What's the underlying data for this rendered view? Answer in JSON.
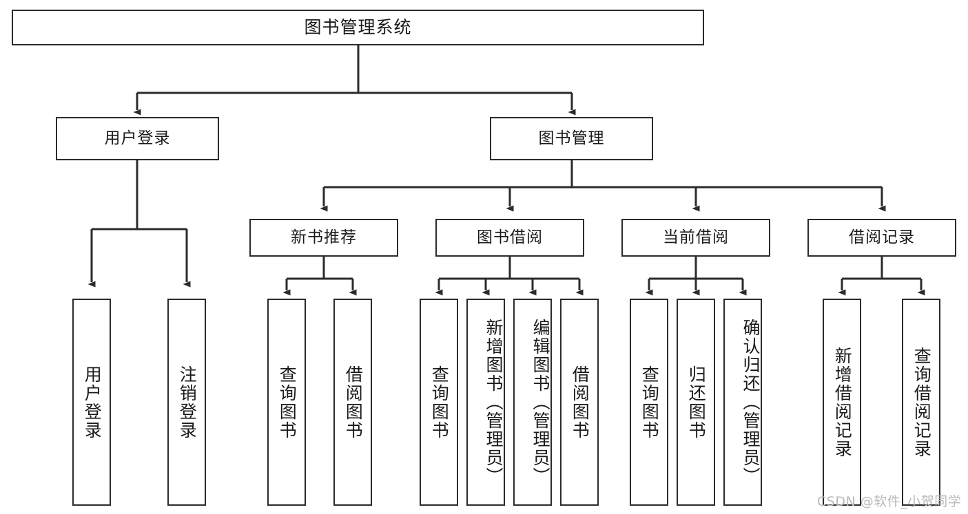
{
  "diagram": {
    "type": "tree-hierarchy-diagram",
    "title": "图书管理系统",
    "root": {
      "id": "root",
      "label": "图书管理系统"
    },
    "level2": [
      {
        "id": "user-login",
        "label": "用户登录"
      },
      {
        "id": "book-manage",
        "label": "图书管理"
      }
    ],
    "level3": [
      {
        "id": "new-book-recommend",
        "label": "新书推荐"
      },
      {
        "id": "book-borrow",
        "label": "图书借阅"
      },
      {
        "id": "current-borrow",
        "label": "当前借阅"
      },
      {
        "id": "borrow-record",
        "label": "借阅记录"
      }
    ],
    "leaves": {
      "user_login": [
        {
          "id": "leaf-user-login",
          "label": "用户登录"
        },
        {
          "id": "leaf-logout-login",
          "label": "注销登录"
        }
      ],
      "new_book_recommend": [
        {
          "id": "leaf-query-book-1",
          "label": "查询图书"
        },
        {
          "id": "leaf-borrow-book-1",
          "label": "借阅图书"
        }
      ],
      "book_borrow": [
        {
          "id": "leaf-query-book-2",
          "label": "查询图书"
        },
        {
          "id": "leaf-add-book",
          "label": "新增图书（管理员）"
        },
        {
          "id": "leaf-edit-book",
          "label": "编辑图书（管理员）"
        },
        {
          "id": "leaf-borrow-book-2",
          "label": "借阅图书"
        }
      ],
      "current_borrow": [
        {
          "id": "leaf-query-book-3",
          "label": "查询图书"
        },
        {
          "id": "leaf-return-book",
          "label": "归还图书"
        },
        {
          "id": "leaf-confirm-return",
          "label": "确认归还（管理员）"
        }
      ],
      "borrow_record": [
        {
          "id": "leaf-add-record",
          "label": "新增借阅记录"
        },
        {
          "id": "leaf-query-record",
          "label": "查询借阅记录"
        }
      ]
    }
  },
  "watermark": {
    "text": "CSDN @软件_小贺同学"
  },
  "colors": {
    "stroke": "#2b2b2b",
    "background": "#ffffff",
    "text": "#1a1a1a",
    "watermark": "#b9b9b9"
  }
}
